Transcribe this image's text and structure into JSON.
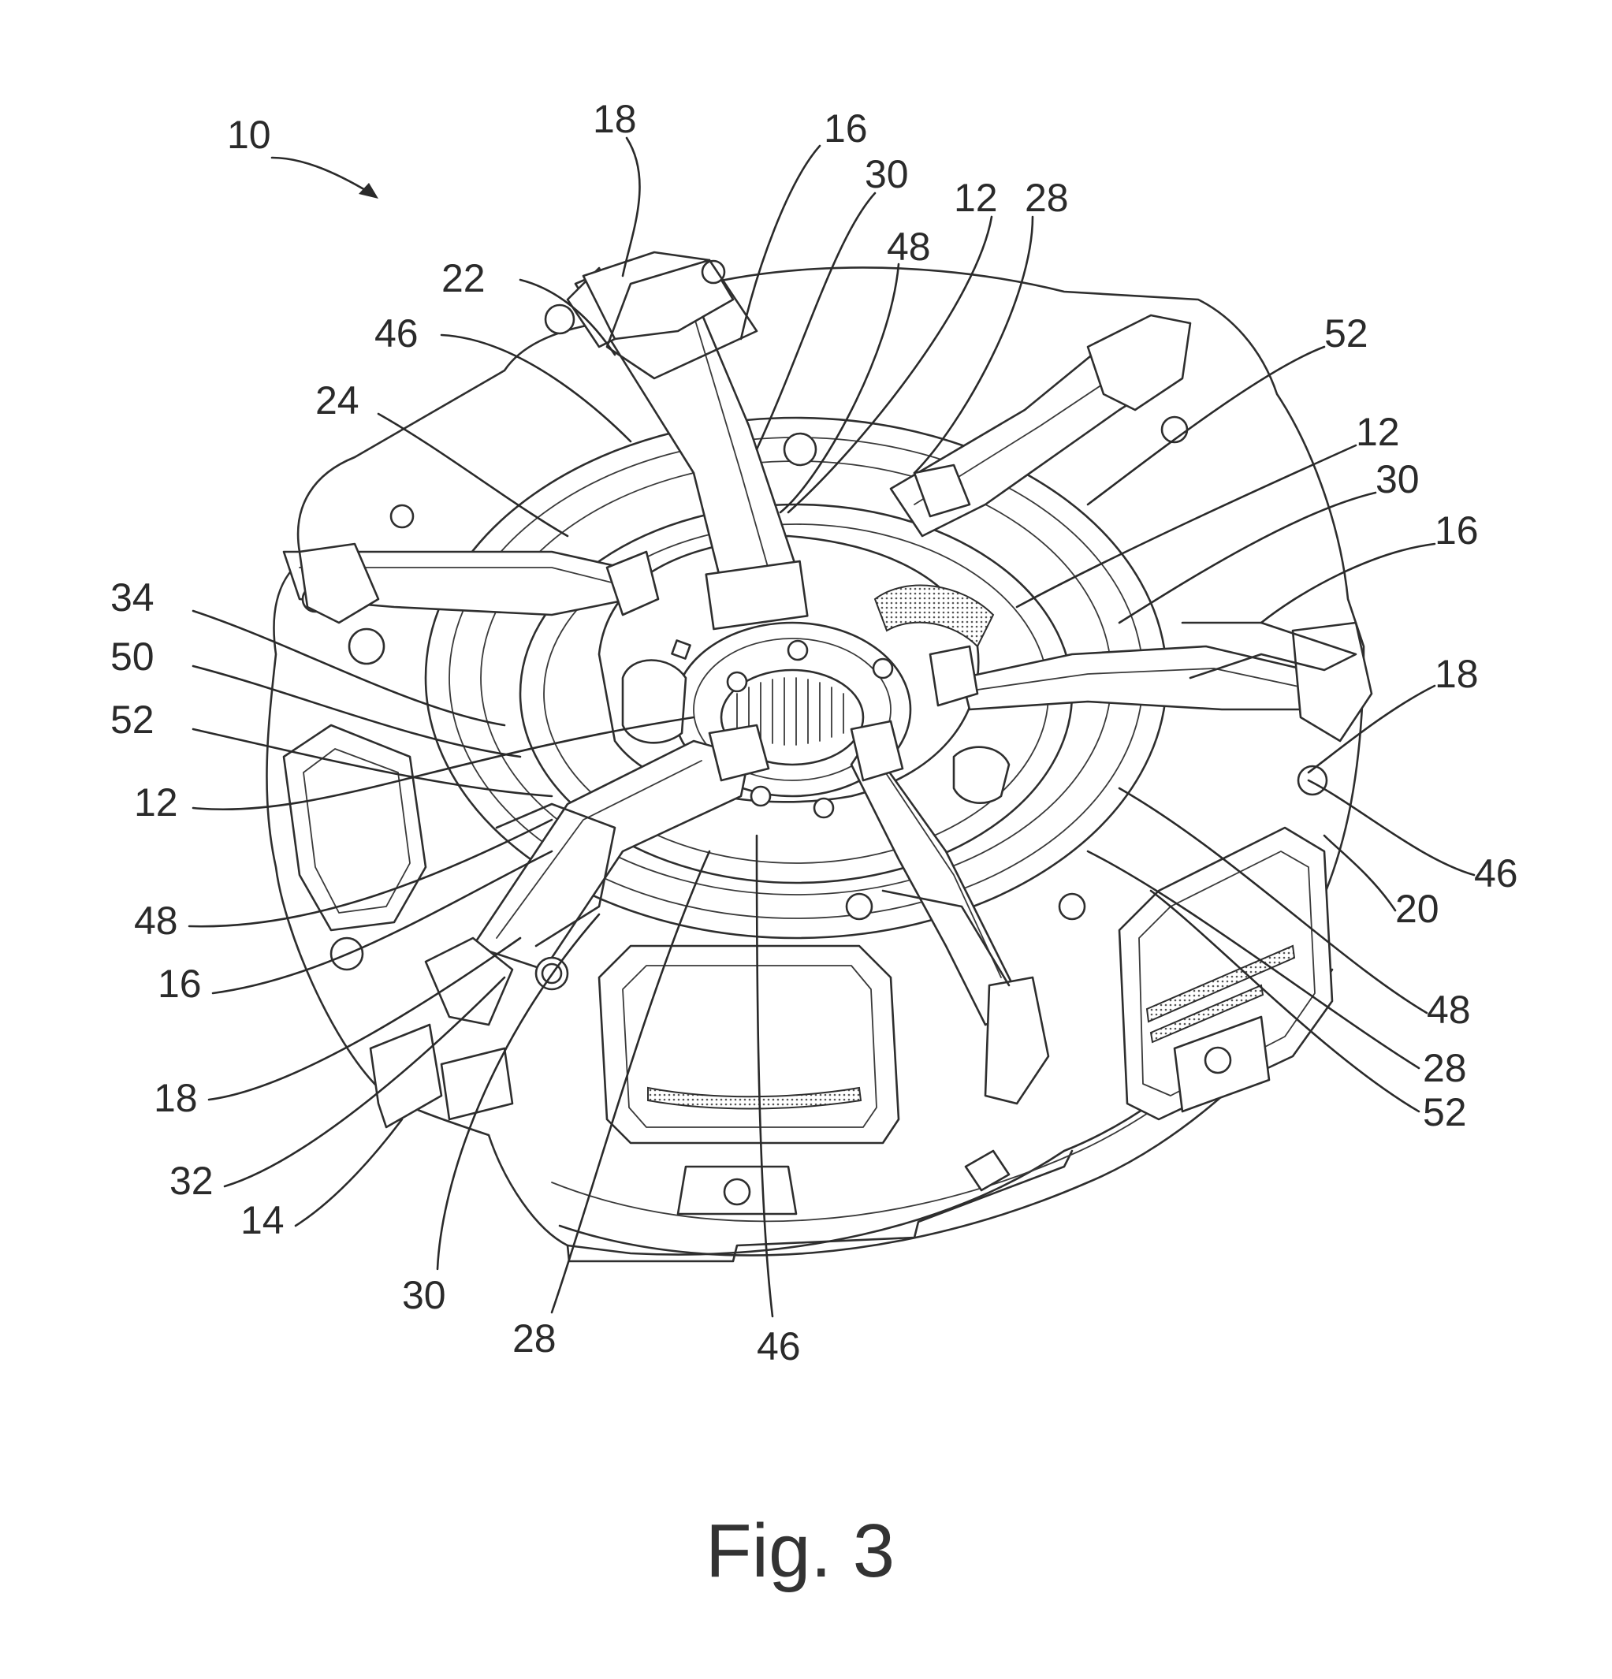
{
  "caption": "Fig. 3",
  "reference_numerals": [
    {
      "id": "r10a",
      "text": "10"
    },
    {
      "id": "r18a",
      "text": "18"
    },
    {
      "id": "r16a",
      "text": "16"
    },
    {
      "id": "r30a",
      "text": "30"
    },
    {
      "id": "r12a",
      "text": "12"
    },
    {
      "id": "r28a",
      "text": "28"
    },
    {
      "id": "r48a",
      "text": "48"
    },
    {
      "id": "r22a",
      "text": "22"
    },
    {
      "id": "r46a",
      "text": "46"
    },
    {
      "id": "r52a",
      "text": "52"
    },
    {
      "id": "r24a",
      "text": "24"
    },
    {
      "id": "r12b",
      "text": "12"
    },
    {
      "id": "r30b",
      "text": "30"
    },
    {
      "id": "r16b",
      "text": "16"
    },
    {
      "id": "r34a",
      "text": "34"
    },
    {
      "id": "r50a",
      "text": "50"
    },
    {
      "id": "r18b",
      "text": "18"
    },
    {
      "id": "r52b",
      "text": "52"
    },
    {
      "id": "r12c",
      "text": "12"
    },
    {
      "id": "r46b",
      "text": "46"
    },
    {
      "id": "r20a",
      "text": "20"
    },
    {
      "id": "r48b",
      "text": "48"
    },
    {
      "id": "r16c",
      "text": "16"
    },
    {
      "id": "r48c",
      "text": "48"
    },
    {
      "id": "r28b",
      "text": "28"
    },
    {
      "id": "r18c",
      "text": "18"
    },
    {
      "id": "r52c",
      "text": "52"
    },
    {
      "id": "r32a",
      "text": "32"
    },
    {
      "id": "r14a",
      "text": "14"
    },
    {
      "id": "r30c",
      "text": "30"
    },
    {
      "id": "r28c",
      "text": "28"
    },
    {
      "id": "r46c",
      "text": "46"
    }
  ]
}
